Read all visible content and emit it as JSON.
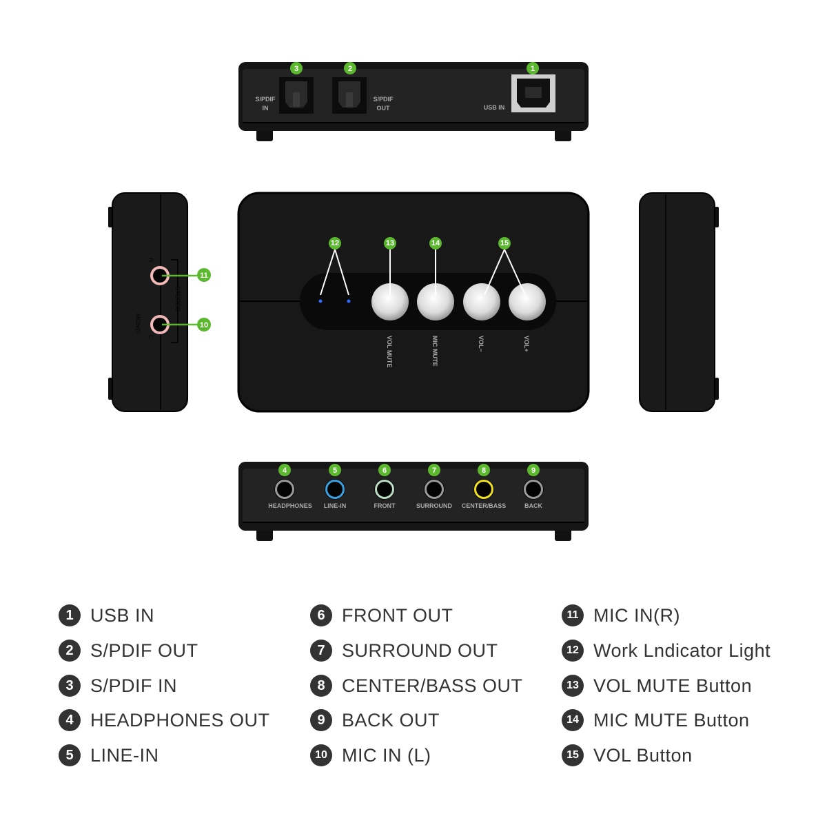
{
  "colors": {
    "body": "#1a1a1a",
    "badge": "#5cb82e",
    "legend_number": "#333333",
    "led": "#2f6bff"
  },
  "top_panel": {
    "ports": [
      {
        "badge": "3",
        "label_lines": [
          "S/PDIF",
          "IN"
        ]
      },
      {
        "badge": "2",
        "label_lines": [
          "S/PDIF",
          "OUT"
        ]
      },
      {
        "badge": "1",
        "label_lines": [
          "USB IN"
        ]
      }
    ]
  },
  "front_panel": {
    "badges": [
      "12",
      "13",
      "14",
      "15"
    ],
    "buttons": [
      "VOL MUTE",
      "MIC MUTE",
      "VOL−",
      "VOL+"
    ]
  },
  "left_panel": {
    "labels": {
      "r": "R",
      "l": "L",
      "mono": "MONO",
      "stereo": "STEREO"
    },
    "badges": [
      "11",
      "10"
    ]
  },
  "bottom_panel": {
    "jacks": [
      {
        "badge": "4",
        "label": "HEADPHONES",
        "ring": "#9a9a9a"
      },
      {
        "badge": "5",
        "label": "LINE-IN",
        "ring": "#3aa0e0"
      },
      {
        "badge": "6",
        "label": "FRONT",
        "ring": "#b9dcc2"
      },
      {
        "badge": "7",
        "label": "SURROUND",
        "ring": "#9a9a9a"
      },
      {
        "badge": "8",
        "label": "CENTER/BASS",
        "ring": "#f0e020"
      },
      {
        "badge": "9",
        "label": "BACK",
        "ring": "#9a9a9a"
      }
    ]
  },
  "legend": [
    {
      "num": "1",
      "text": "USB IN"
    },
    {
      "num": "2",
      "text": "S/PDIF OUT"
    },
    {
      "num": "3",
      "text": "S/PDIF IN"
    },
    {
      "num": "4",
      "text": "HEADPHONES OUT"
    },
    {
      "num": "5",
      "text": "LINE-IN"
    },
    {
      "num": "6",
      "text": "FRONT OUT"
    },
    {
      "num": "7",
      "text": "SURROUND OUT"
    },
    {
      "num": "8",
      "text": "CENTER/BASS OUT"
    },
    {
      "num": "9",
      "text": "BACK OUT"
    },
    {
      "num": "10",
      "text": "MIC IN (L)"
    },
    {
      "num": "11",
      "text": "MIC IN(R)"
    },
    {
      "num": "12",
      "text": "Work Lndicator Light"
    },
    {
      "num": "13",
      "text": "VOL MUTE Button"
    },
    {
      "num": "14",
      "text": "MIC MUTE Button"
    },
    {
      "num": "15",
      "text": "VOL Button"
    }
  ]
}
